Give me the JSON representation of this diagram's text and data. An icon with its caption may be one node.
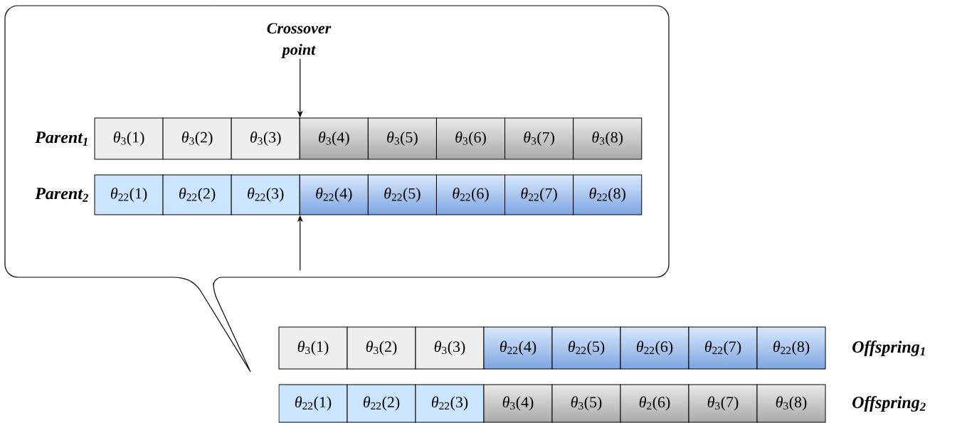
{
  "diagram": {
    "nodes": [
      {
        "text": [],
        "shape": "callout"
      },
      {
        "text": [
          "Crossover point"
        ],
        "in": 0
      },
      {
        "text": [
          "*θ*$_{3}$(1)"
        ],
        "in": 0
      },
      {
        "text": [
          "*θ*$_{3}$(2)"
        ],
        "in": 0
      },
      {
        "text": [
          "*θ*$_{3}$(3)"
        ],
        "in": 0
      },
      {
        "text": [
          "*θ*$_{3}$(4)"
        ],
        "in": 0
      },
      {
        "text": [
          "*θ*$_{3}$(5)"
        ],
        "in": 0
      },
      {
        "text": [
          "*θ*$_{3}$(6)"
        ],
        "in": 0
      },
      {
        "text": [
          "*θ*$_{3}$(7)"
        ],
        "in": 0
      },
      {
        "text": [
          "*θ*$_{3}$(8)"
        ],
        "in": 0
      },
      {
        "text": [
          "*θ*$_{22}$(1)"
        ],
        "in": 0
      },
      {
        "text": [
          "*θ*$_{22}$(2)"
        ],
        "in": 0
      },
      {
        "text": [
          "*θ*$_{22}$(3)"
        ],
        "in": 0
      },
      {
        "text": [
          "*θ*$_{22}$(4)"
        ],
        "in": 0
      },
      {
        "text": [
          "*θ*$_{22}$(5)"
        ],
        "in": 0
      },
      {
        "text": [
          "*θ*$_{22}$(6)"
        ],
        "in": 0
      },
      {
        "text": [
          "*θ*$_{22}$(7)"
        ],
        "in": 0
      },
      {
        "text": [
          "*θ*$_{22}$(8)"
        ],
        "in": 0
      },
      {
        "text": [
          "*θ*$_{3}$(1)"
        ]
      },
      {
        "text": [
          "*θ*$_{3}$(2)"
        ]
      },
      {
        "text": [
          "*θ*$_{3}$(3)"
        ]
      },
      {
        "text": [
          "*θ*$_{22}$(4)"
        ]
      },
      {
        "text": [
          "*θ*$_{22}$(5)"
        ]
      },
      {
        "text": [
          "*θ*$_{22}$(6)"
        ]
      },
      {
        "text": [
          "*θ*$_{22}$(7)"
        ]
      },
      {
        "text": [
          "*θ*$_{22}$(8)"
        ]
      },
      {
        "text": [
          "*θ*$_{22}$(1)"
        ]
      },
      {
        "text": [
          "*θ*$_{22}$(2)"
        ]
      },
      {
        "text": [
          "*θ*$_{22}$(3)"
        ]
      },
      {
        "text": [
          "*θ*$_{3}$(4)"
        ]
      },
      {
        "text": [
          "*θ*$_{3}$(5)"
        ]
      },
      {
        "text": [
          "*θ*$_{2}$(6)"
        ]
      },
      {
        "text": [
          "*θ*$_{3}$(7)"
        ]
      },
      {
        "text": [
          "*θ*$_{3}$(8)"
        ]
      }
    ],
    "edges": [
      {
        "from": 1,
        "to": 4,
        "arrow": "to"
      },
      {
        "from": null,
        "to": 12,
        "arrow": "to"
      }
    ],
    "labels": [
      "Parent$_{1}$",
      "Parent$_{2}$",
      "Offspring$_{1}$",
      "Offspring$_{2}$"
    ]
  }
}
